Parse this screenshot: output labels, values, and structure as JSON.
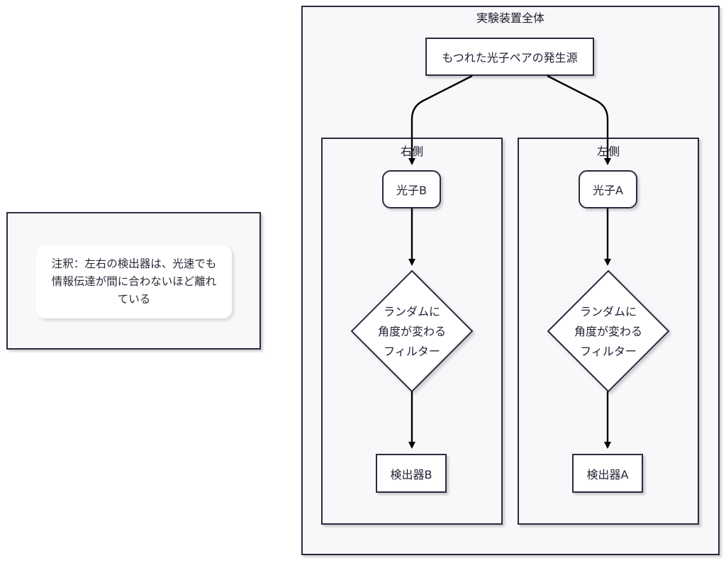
{
  "note_panel": {
    "text": "注釈：左右の検出器は、光速でも情報伝達が間に合わないほど離れている"
  },
  "main_cluster": {
    "title": "実験装置全体",
    "source_node": "もつれた光子ペアの発生源"
  },
  "right_cluster": {
    "title": "右側",
    "photon": "光子B",
    "filter": [
      "ランダムに",
      "角度が変わる",
      "フィルター"
    ],
    "detector": "検出器B"
  },
  "left_cluster": {
    "title": "左側",
    "photon": "光子A",
    "filter": [
      "ランダムに",
      "角度が変わる",
      "フィルター"
    ],
    "detector": "検出器A"
  },
  "colors": {
    "border": "#2b2b3f",
    "cluster_fill": "#f8f8fa",
    "node_fill": "#ffffff",
    "edge": "#000000"
  }
}
